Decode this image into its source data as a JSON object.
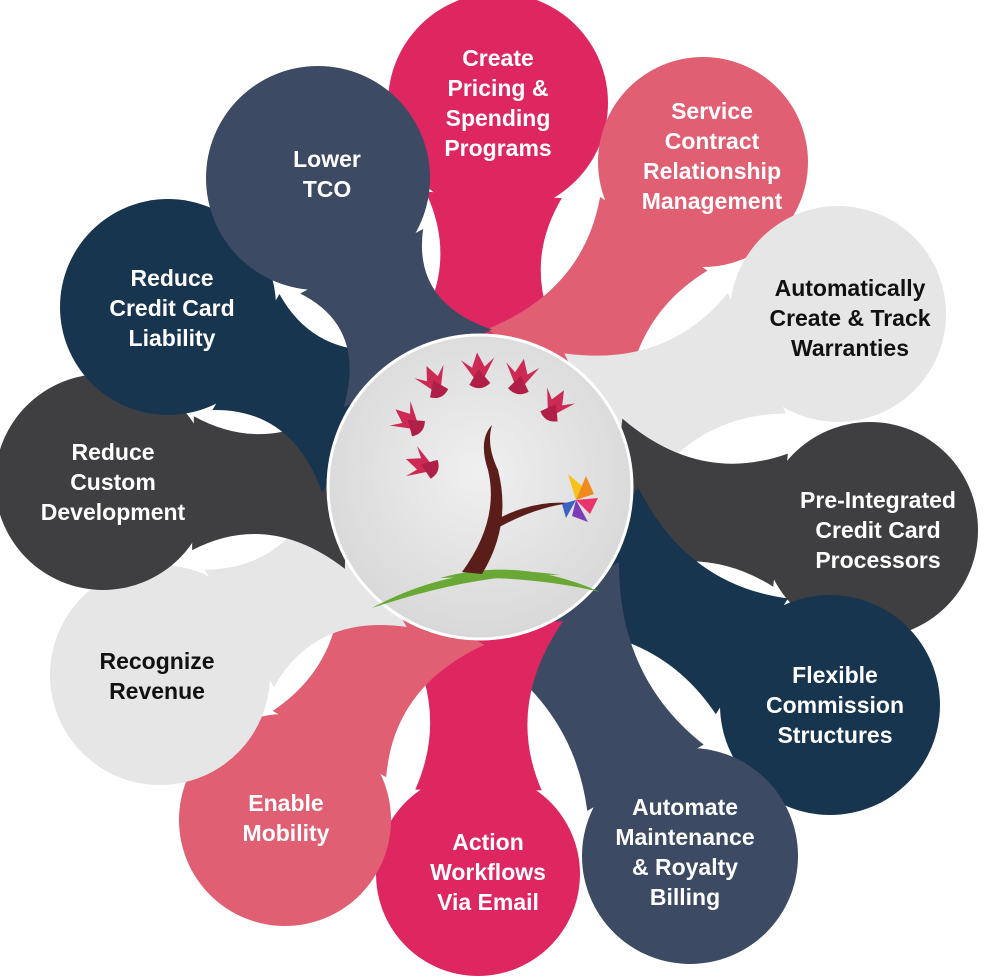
{
  "colors": {
    "rose": "#de2660",
    "salmon": "#e05f73",
    "slate": "#3c4a63",
    "navy": "#183550",
    "charcoal": "#3f3f41",
    "light_grey": "#e6e6e6",
    "center_fill": "#e4e4e4",
    "leaf_red": "#cc2a55",
    "trunk": "#5a1d1a",
    "grass": "#69a834"
  },
  "center": {
    "logo_icon": "tree-logo-icon"
  },
  "petals": [
    {
      "name": "create-pricing",
      "color": "rose",
      "text_color": "#ffffff",
      "lines": [
        "Create",
        "Pricing &",
        "Spending",
        "Programs"
      ]
    },
    {
      "name": "service-contract",
      "color": "salmon",
      "text_color": "#ffffff",
      "lines": [
        "Service",
        "Contract",
        "Relationship",
        "Management"
      ]
    },
    {
      "name": "automatically-create",
      "color": "light_grey",
      "text_color": "#111111",
      "lines": [
        "Automatically",
        "Create & Track",
        "Warranties"
      ]
    },
    {
      "name": "pre-integrated",
      "color": "charcoal",
      "text_color": "#ffffff",
      "lines": [
        "Pre-Integrated",
        "Credit Card",
        "Processors"
      ]
    },
    {
      "name": "flexible-commission",
      "color": "navy",
      "text_color": "#ffffff",
      "lines": [
        "Flexible",
        "Commission",
        "Structures"
      ]
    },
    {
      "name": "automate-maintenance",
      "color": "slate",
      "text_color": "#ffffff",
      "lines": [
        "Automate",
        "Maintenance",
        "& Royalty",
        "Billing"
      ]
    },
    {
      "name": "action-workflows",
      "color": "rose",
      "text_color": "#ffffff",
      "lines": [
        "Action",
        "Workflows",
        "Via Email"
      ]
    },
    {
      "name": "enable-mobility",
      "color": "salmon",
      "text_color": "#ffffff",
      "lines": [
        "Enable",
        "Mobility"
      ]
    },
    {
      "name": "recognize-revenue",
      "color": "light_grey",
      "text_color": "#111111",
      "lines": [
        "Recognize",
        "Revenue"
      ]
    },
    {
      "name": "reduce-custom",
      "color": "charcoal",
      "text_color": "#ffffff",
      "lines": [
        "Reduce",
        "Custom",
        "Development"
      ]
    },
    {
      "name": "reduce-credit-card",
      "color": "navy",
      "text_color": "#ffffff",
      "lines": [
        "Reduce",
        "Credit Card",
        "Liability"
      ]
    },
    {
      "name": "lower-tco",
      "color": "slate",
      "text_color": "#ffffff",
      "lines": [
        "Lower",
        "TCO"
      ]
    }
  ]
}
